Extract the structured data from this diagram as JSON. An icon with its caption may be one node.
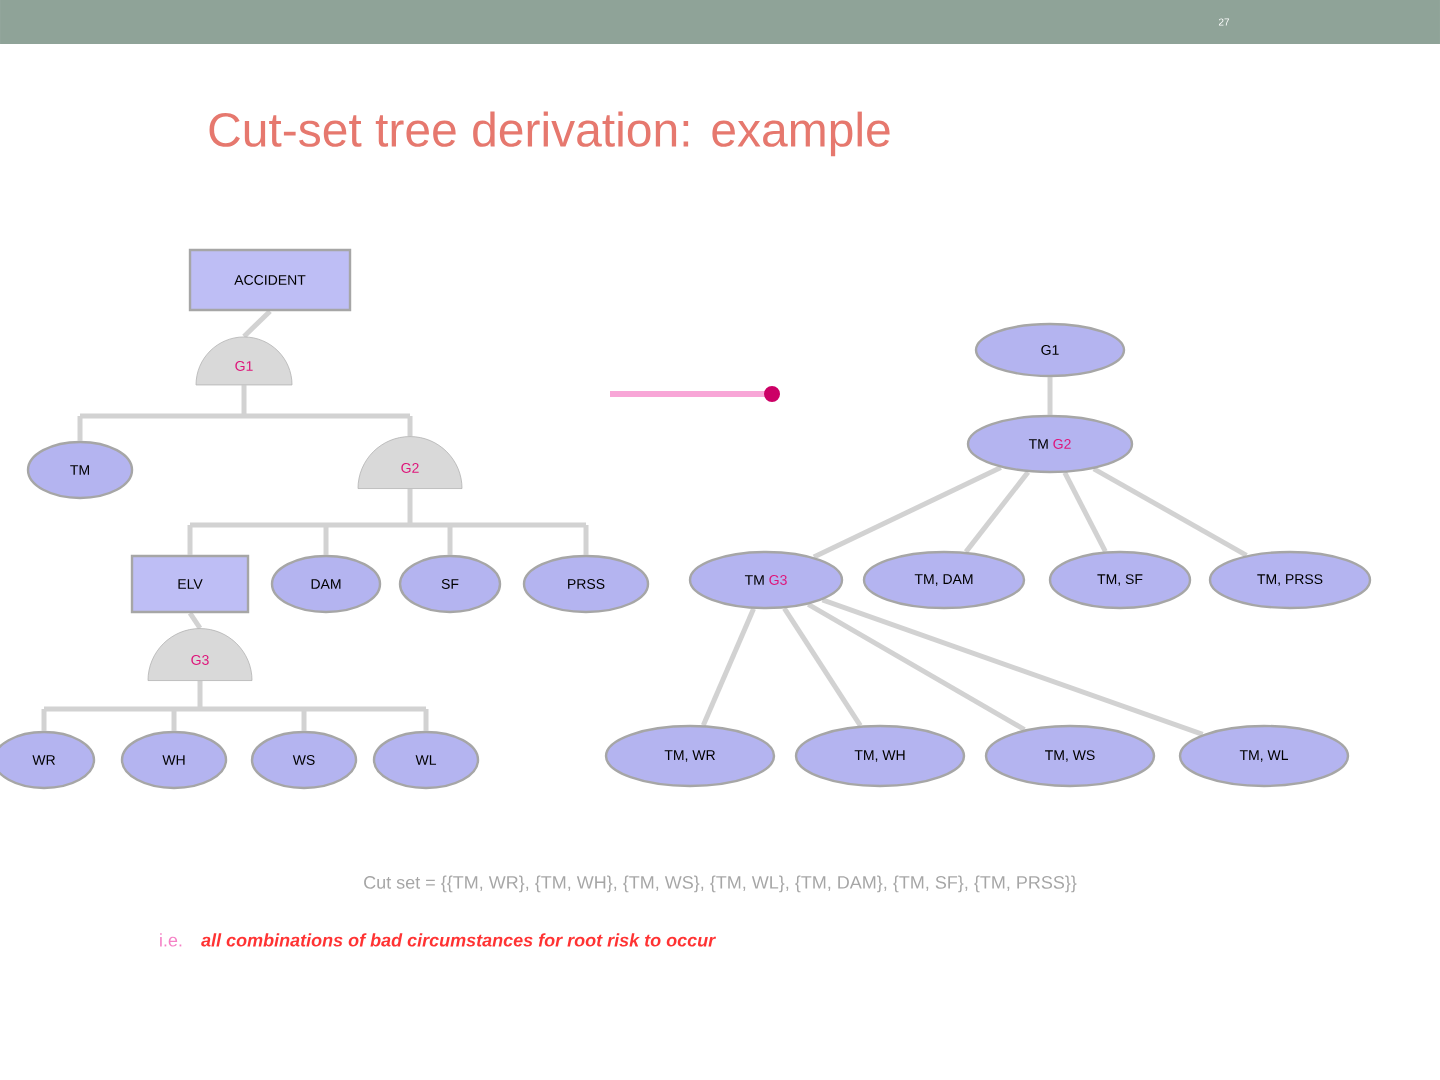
{
  "diagram": {
    "title": "Cut-set tree derivation:  example",
    "nodes": [
      {
        "text": [
          "ACCIDENT"
        ]
      },
      {
        "text": [
          "G1"
        ]
      },
      {
        "text": [
          "TM"
        ]
      },
      {
        "text": [
          "G2"
        ]
      },
      {
        "text": [
          "ELV"
        ]
      },
      {
        "text": [
          "DAM"
        ]
      },
      {
        "text": [
          "SF"
        ]
      },
      {
        "text": [
          "PRSS"
        ]
      },
      {
        "text": [
          "G3"
        ]
      },
      {
        "text": [
          "WR"
        ]
      },
      {
        "text": [
          "WH"
        ]
      },
      {
        "text": [
          "WS"
        ]
      },
      {
        "text": [
          "WL"
        ]
      },
      {
        "text": [
          "G1"
        ]
      },
      {
        "text": [
          "TM",
          "G2"
        ]
      },
      {
        "text": [
          "TM",
          "G3"
        ]
      },
      {
        "text": [
          "TM, DAM"
        ]
      },
      {
        "text": [
          "TM, SF"
        ]
      },
      {
        "text": [
          "TM, PRSS"
        ]
      },
      {
        "text": [
          "TM, WR"
        ]
      },
      {
        "text": [
          "TM, WH"
        ]
      },
      {
        "text": [
          "TM, WS"
        ]
      },
      {
        "text": [
          "TM, WL"
        ]
      }
    ],
    "edges": [
      {
        "from": 0,
        "to": 1,
        "arrow": "none"
      },
      {
        "from": 1,
        "to": 2,
        "arrow": "none"
      },
      {
        "from": 1,
        "to": 3,
        "arrow": "none"
      },
      {
        "from": 3,
        "to": 4,
        "arrow": "none"
      },
      {
        "from": 3,
        "to": 5,
        "arrow": "none"
      },
      {
        "from": 3,
        "to": 6,
        "arrow": "none"
      },
      {
        "from": 3,
        "to": 7,
        "arrow": "none"
      },
      {
        "from": 4,
        "to": 8,
        "arrow": "none"
      },
      {
        "from": 8,
        "to": 9,
        "arrow": "none"
      },
      {
        "from": 8,
        "to": 10,
        "arrow": "none"
      },
      {
        "from": 8,
        "to": 11,
        "arrow": "none"
      },
      {
        "from": 8,
        "to": 12,
        "arrow": "none"
      },
      {
        "from": 13,
        "to": 14,
        "arrow": "none"
      },
      {
        "from": 14,
        "to": 15,
        "arrow": "none"
      },
      {
        "from": 14,
        "to": 16,
        "arrow": "none"
      },
      {
        "from": 14,
        "to": 17,
        "arrow": "none"
      },
      {
        "from": 14,
        "to": 18,
        "arrow": "none"
      },
      {
        "from": 15,
        "to": 19,
        "arrow": "none"
      },
      {
        "from": 15,
        "to": 20,
        "arrow": "none"
      },
      {
        "from": 15,
        "to": 21,
        "arrow": "none"
      },
      {
        "from": 15,
        "to": 22,
        "arrow": "none"
      }
    ],
    "labels": [
      "27",
      "Cut set = {{TM, WR}, {TM, WH}, {TM, WS}, {TM, WL}, {TM, DAM}, {TM, SF}, {TM, PRSS}}",
      "i.e.",
      "all combinations of bad circumstances for root risk to occur"
    ]
  }
}
